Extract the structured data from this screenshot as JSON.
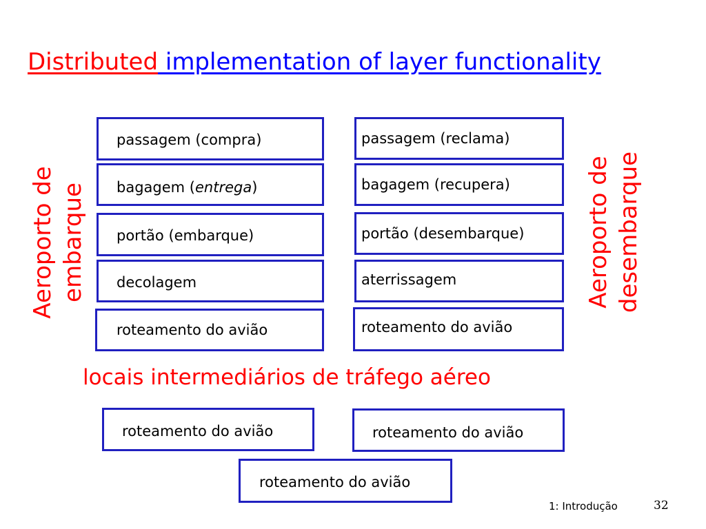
{
  "title": {
    "part1": "Distributed",
    "part2": " implementation of layer functionality"
  },
  "left_label": {
    "line1": "Aeroporto de",
    "line2": "embarque"
  },
  "right_label": {
    "line1": "Aeroporto de",
    "line2": "desembarque"
  },
  "left_stack": {
    "items": [
      {
        "text": "passagem (compra)"
      },
      {
        "prefix": "bagagem (",
        "italic": "entrega",
        "suffix": ")"
      },
      {
        "text": "portão (embarque)"
      },
      {
        "text": "decolagem"
      },
      {
        "text": "roteamento do avião"
      }
    ]
  },
  "right_stack": {
    "items": [
      {
        "text": "passagem (reclama)"
      },
      {
        "text": "bagagem (recupera)"
      },
      {
        "text": "portão (desembarque)"
      },
      {
        "text": "aterrissagem"
      },
      {
        "text": "roteamento do avião"
      }
    ]
  },
  "intermediate": {
    "caption": "locais intermediários de tráfego aéreo",
    "boxes": [
      {
        "text": "roteamento do avião"
      },
      {
        "text": "roteamento do avião"
      },
      {
        "text": "roteamento do avião"
      }
    ]
  },
  "footer": {
    "chapter": "1: Introdução",
    "page": "32"
  },
  "colors": {
    "title_red": "#ff0000",
    "title_blue": "#0000ff",
    "box_border": "#2020c0",
    "label_red": "#ff0000"
  }
}
